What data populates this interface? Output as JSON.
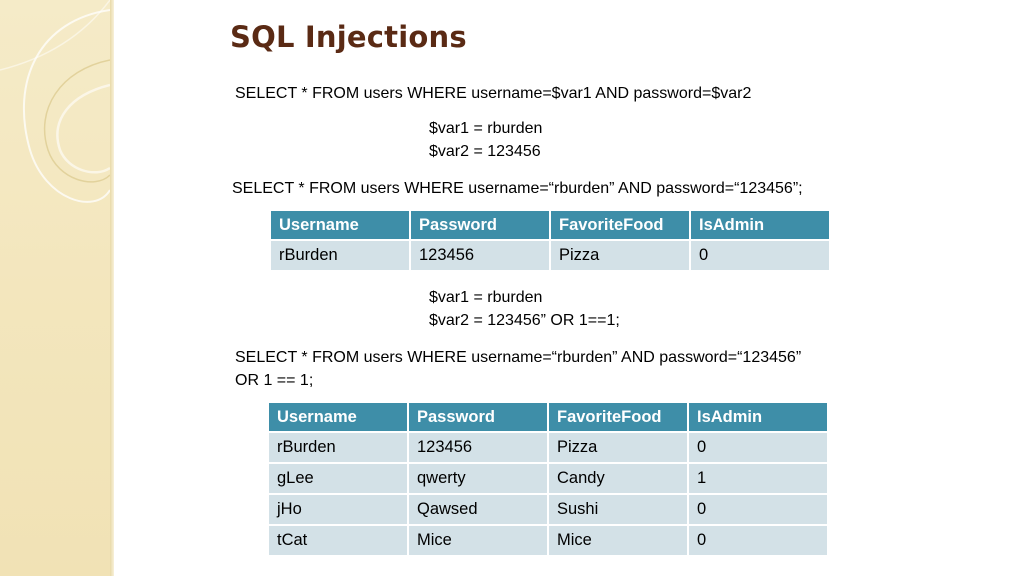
{
  "slide": {
    "title": "SQL Injections",
    "query_template": "SELECT * FROM users WHERE username=$var1 AND password=$var2",
    "example1": {
      "var1": "$var1 = rburden",
      "var2": "$var2 = 123456",
      "query": "SELECT * FROM users WHERE username=“rburden” AND password=“123456”;"
    },
    "example2": {
      "var1": "$var1 = rburden",
      "var2": "$var2 = 123456” OR 1==1;",
      "query_line1": "SELECT * FROM users WHERE username=“rburden” AND password=“123456”",
      "query_line2": "OR 1 == 1;"
    }
  },
  "table_headers": [
    "Username",
    "Password",
    "FavoriteFood",
    "IsAdmin"
  ],
  "table1": {
    "rows": [
      [
        "rBurden",
        "123456",
        "Pizza",
        "0"
      ]
    ]
  },
  "table2": {
    "rows": [
      [
        "rBurden",
        "123456",
        "Pizza",
        "0"
      ],
      [
        "gLee",
        "qwerty",
        "Candy",
        "1"
      ],
      [
        "jHo",
        "Qawsed",
        "Sushi",
        "0"
      ],
      [
        "tCat",
        "Mice",
        "Mice",
        "0"
      ]
    ]
  },
  "colors": {
    "title": "#5a2a14",
    "header_bg": "#3e8ea8",
    "cell_bg": "#d3e1e7",
    "side_panel": "#f3e6bd"
  }
}
